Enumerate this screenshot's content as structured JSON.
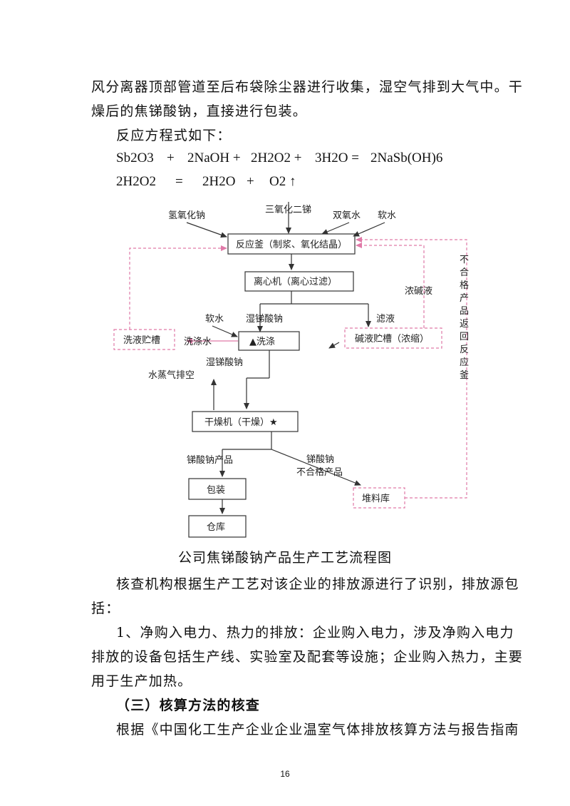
{
  "paragraphs": {
    "p1_line1": "风分离器顶部管道至后布袋除尘器进行收集，湿空气排到大气中。干",
    "p1_line2": "燥后的焦锑酸钠，直接进行包装。",
    "p2": "反应方程式如下：",
    "p3_line1": "核查机构根据生产工艺对该企业的排放源进行了识别，排放源包",
    "p3_line2": "括：",
    "p4_line1": "1、净购入电力、热力的排放：企业购入电力，涉及净购入电力",
    "p4_line2": "排放的设备包括生产线、实验室及配套等设施；企业购入热力，主要",
    "p4_line3": "用于生产加热。",
    "heading": "（三）核算方法的核查",
    "p5_line1": "根据《中国化工生产企业企业温室气体排放核算方法与报告指南"
  },
  "equation1": {
    "t1": "Sb2O3",
    "op1": "+",
    "t2": "2NaOH +",
    "t3": "2H2O2 +",
    "t4": "3H2O =",
    "t5": "2NaSb(OH)6"
  },
  "equation2": {
    "t1": "2H2O2",
    "op1": "=",
    "t2": "2H2O",
    "op2": "+",
    "t3": "O2 ↑"
  },
  "diagram": {
    "inputs": {
      "naoh": "氢氧化钠",
      "sb2o3": "三氧化二锑",
      "h2o2": "双氧水",
      "soft_water": "软水"
    },
    "boxes": {
      "reactor": "反应釜（制浆、氧化结晶）",
      "centrifuge": "离心机（离心过滤）",
      "washing": "▲洗涤",
      "wash_tank": "洗液贮槽",
      "alkali_tank": "碱液贮槽（浓缩）",
      "dryer": "干燥机（干燥）★",
      "packaging": "包装",
      "warehouse": "仓库",
      "stockpile": "堆料库"
    },
    "labels": {
      "soft_water2": "软水",
      "wet_sodium": "湿锑酸钠",
      "filtrate": "滤液",
      "conc_alkali": "浓碱液",
      "wash_water": "洗涤水",
      "wet_sodium2": "湿锑酸钠",
      "steam_vent": "水蒸气排空",
      "product": "锑酸钠产品",
      "reject_a": "锑酸钠",
      "reject_b": "不合格产品",
      "return_loop": "不合格产品返回反应釜"
    }
  },
  "caption": "公司焦锑酸钠产品生产工艺流程图",
  "page_number": "16",
  "colors": {
    "text": "#111111",
    "line": "#333333",
    "dashed_pink": "#e07aa8"
  }
}
